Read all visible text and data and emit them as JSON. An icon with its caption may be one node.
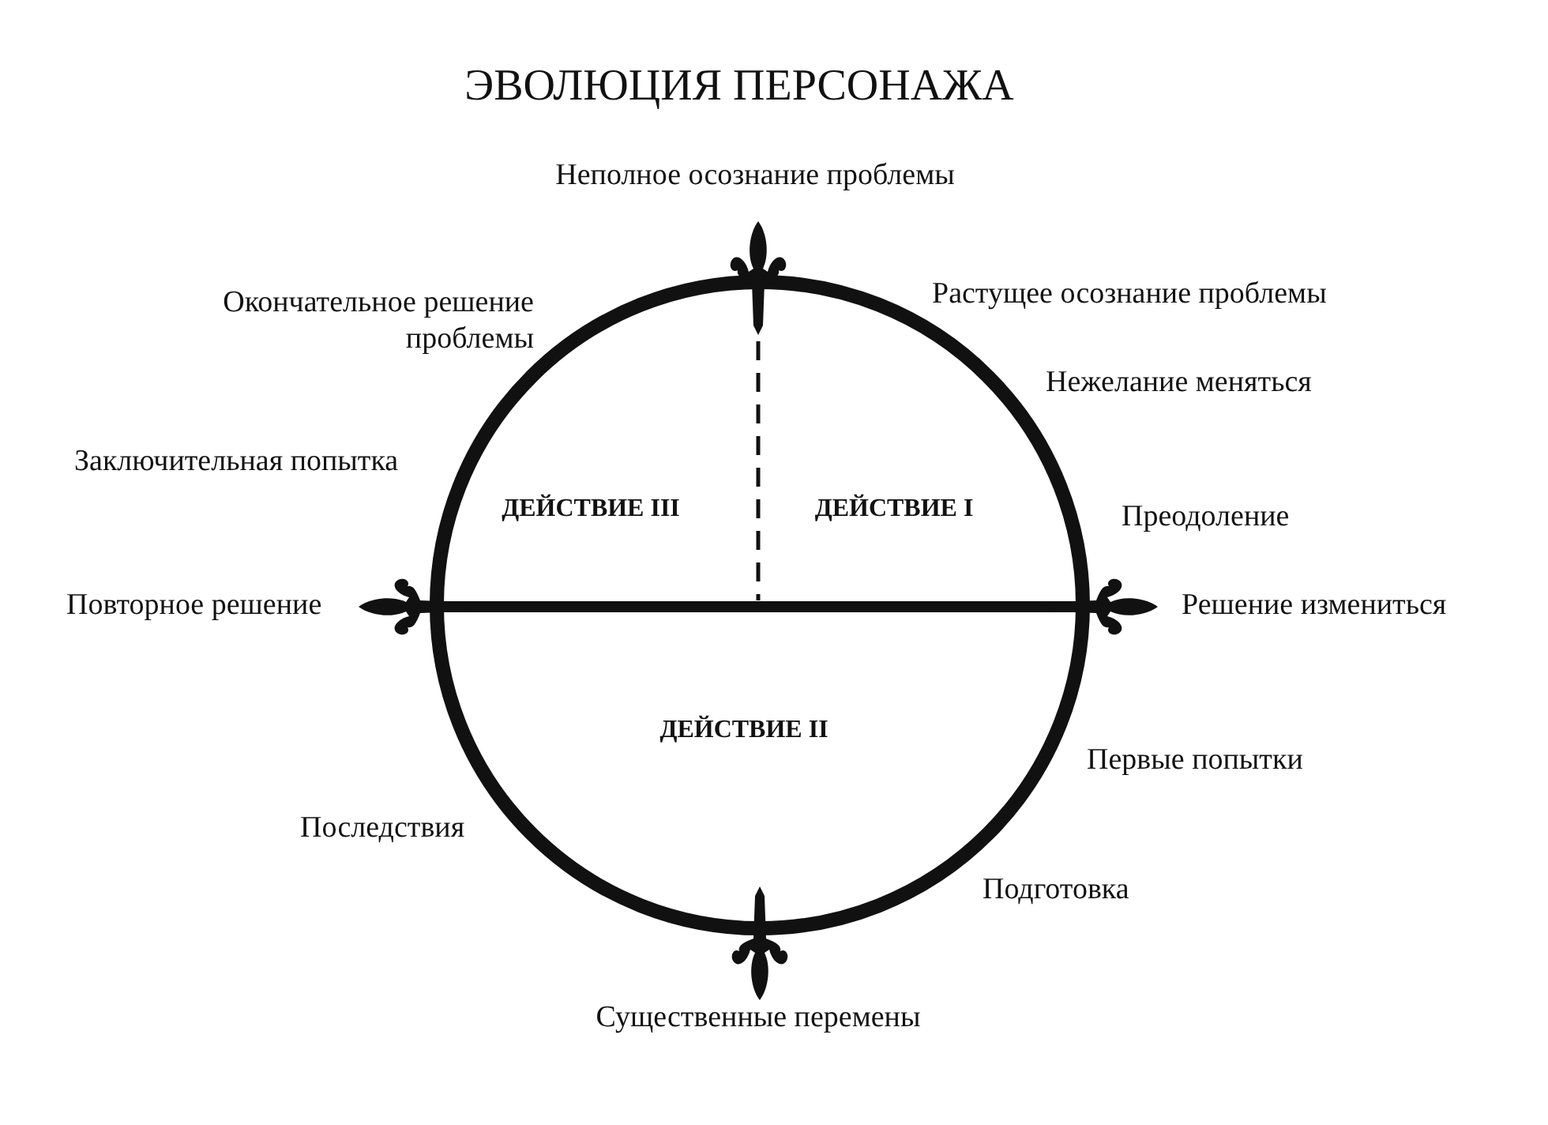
{
  "diagram": {
    "title": "ЭВОЛЮЦИЯ ПЕРСОНАЖА",
    "nodes": [
      {
        "text": [
          "ДЕЙСТВИЕ III",
          "ДЕЙСТВИЕ I",
          "ДЕЙСТВИЕ II"
        ]
      }
    ],
    "labels": [
      "Неполное осознание проблемы",
      "Окончательное решение проблемы",
      "Растущее осознание проблемы",
      "Нежелание меняться",
      "Заключительная попытка",
      "Преодоление",
      "Повторное решение",
      "Решение измениться",
      "Первые попытки",
      "Последствия",
      "Подготовка",
      "Существенные перемены"
    ]
  }
}
